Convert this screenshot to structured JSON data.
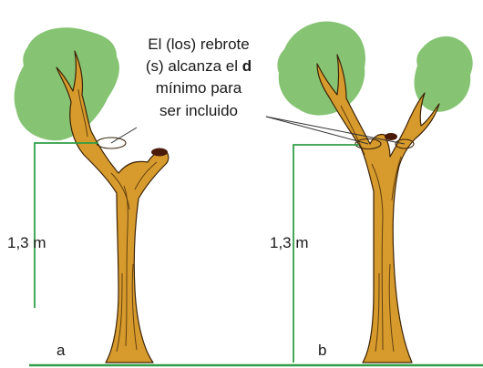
{
  "callout": {
    "line1": "El (los) rebrote",
    "line2_pre": "(s) alcanza el ",
    "line2_bold": "d",
    "line3": "mínimo para",
    "line4": "ser incluido"
  },
  "height_label_a": "1,3 m",
  "height_label_b": "1,3 m",
  "panel_a": "a",
  "panel_b": "b",
  "colors": {
    "foliage": "#86c473",
    "trunk": "#d79a2c",
    "trunk_outline": "#3b2307",
    "ground": "#2f9e46",
    "measure_line": "#2f9e46",
    "cut_top": "#4a1a0a"
  }
}
